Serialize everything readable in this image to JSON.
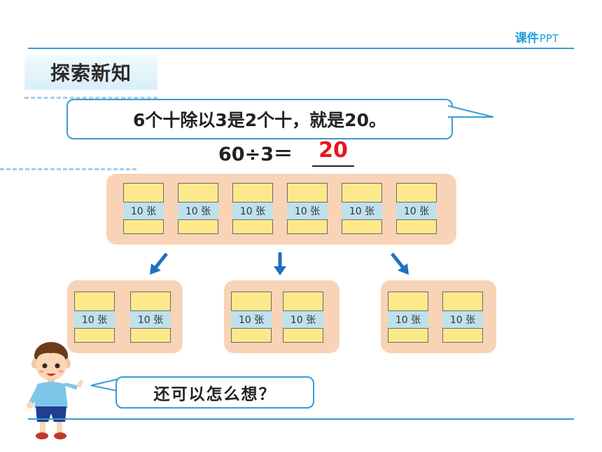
{
  "header": {
    "brand_cn": "课件",
    "brand_en": "PPT"
  },
  "section_title": "探索新知",
  "bubble_top": "6个十除以3是2个十，就是20。",
  "equation": "60÷3＝",
  "answer": "20",
  "pack_label": "10 张",
  "bubble_bottom": "还可以怎么想？",
  "colors": {
    "accent": "#3a9bd5",
    "group_bg": "#f8d3b5",
    "pack": "#fde98c",
    "band": "#bfe1ec",
    "answer": "#e8141a",
    "arrow": "#1f6fc4"
  }
}
